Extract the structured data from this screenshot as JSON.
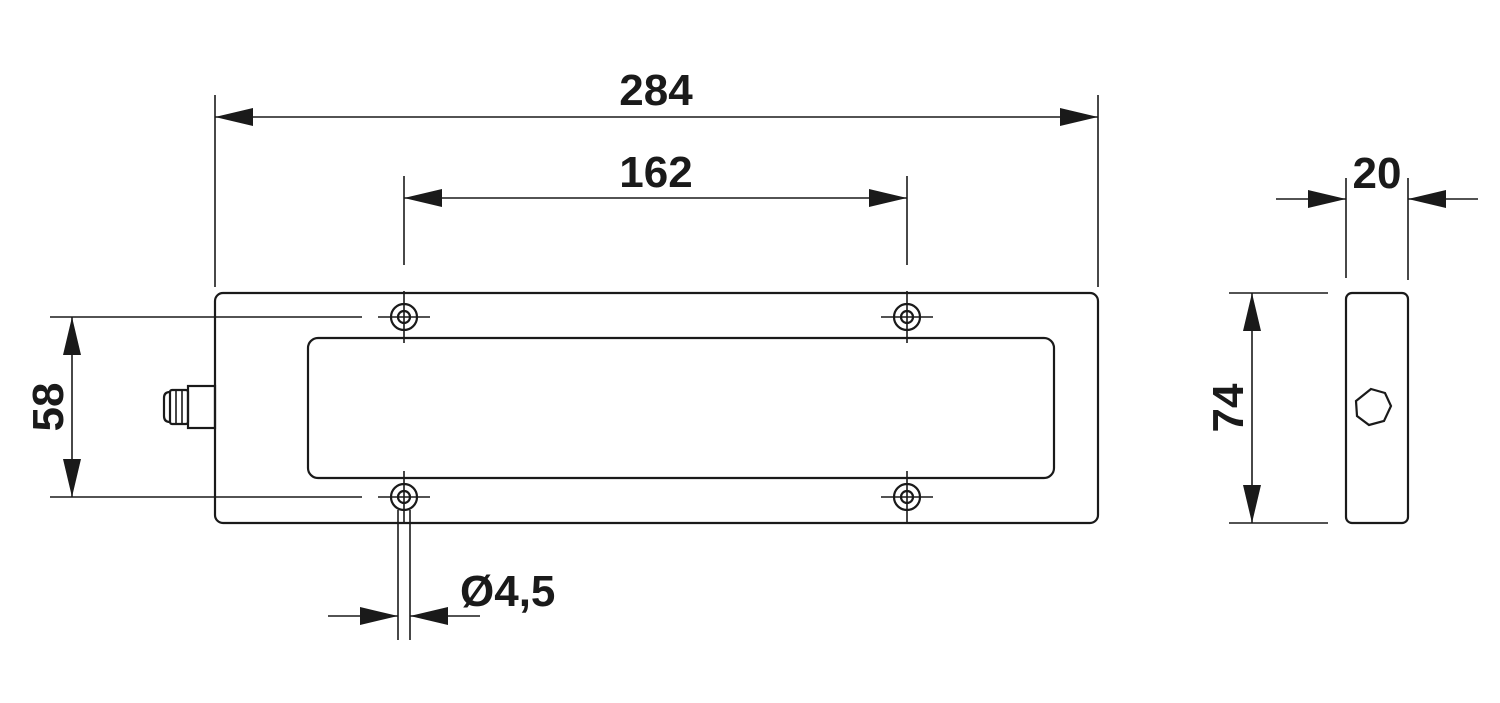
{
  "dimensions": {
    "overall_length": "284",
    "hole_spacing_horizontal": "162",
    "depth": "20",
    "hole_spacing_vertical": "58",
    "overall_height": "74",
    "hole_diameter": "Ø4,5"
  }
}
